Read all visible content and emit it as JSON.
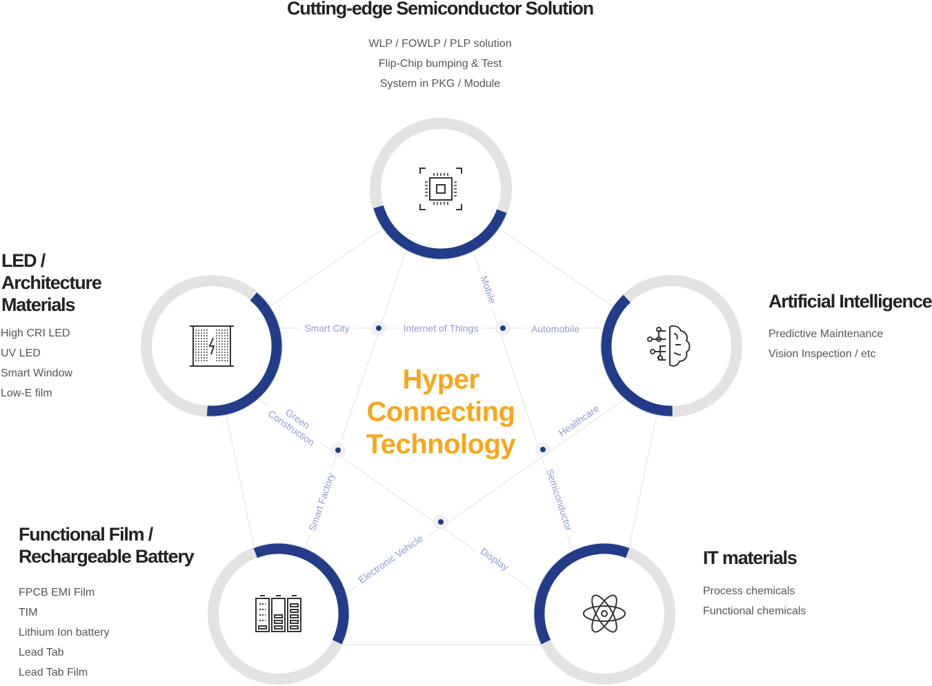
{
  "center_title": {
    "line1": "Hyper",
    "line2": "Connecting",
    "line3": "Technology"
  },
  "nodes": {
    "top": {
      "title": "Cutting-edge Semiconductor Solution",
      "items": [
        "WLP / FOWLP / PLP solution",
        "Flip-Chip bumping & Test",
        "System in PKG / Module"
      ],
      "icon": "chip-icon"
    },
    "left": {
      "title_lines": [
        "LED /",
        "Architecture",
        "Materials"
      ],
      "items": [
        "High CRI LED",
        "UV LED",
        "Smart Window",
        "Low-E film"
      ],
      "icon": "led-panel-icon"
    },
    "right": {
      "title": "Artificial Intelligence",
      "items": [
        "Predictive Maintenance",
        "Vision Inspection / etc"
      ],
      "icon": "brain-circuit-icon"
    },
    "bottom_left": {
      "title_lines": [
        "Functional Film /",
        "Rechargeable Battery"
      ],
      "items": [
        "FPCB EMI Film",
        "TIM",
        "Lithium Ion battery",
        "Lead Tab",
        "Lead Tab Film"
      ],
      "icon": "battery-icon"
    },
    "bottom_right": {
      "title": "IT materials",
      "items": [
        "Process chemicals",
        "Functional chemicals"
      ],
      "icon": "atom-icon"
    }
  },
  "connections": {
    "smart_city": "Smart City",
    "iot": "Internet of Things",
    "automobile": "Automobile",
    "mobile": "Mobile",
    "green1": "Green",
    "green2": "Construction",
    "smart_factory": "Smart Factory",
    "healthcare": "Healthcare",
    "semiconductor": "Semiconductor",
    "ev": "Electronic Vehicle",
    "display": "Display"
  },
  "colors": {
    "accent": "#f7a71c",
    "navy": "#223c8a",
    "ring": "#e3e3e3",
    "label": "#8f9dd2"
  }
}
